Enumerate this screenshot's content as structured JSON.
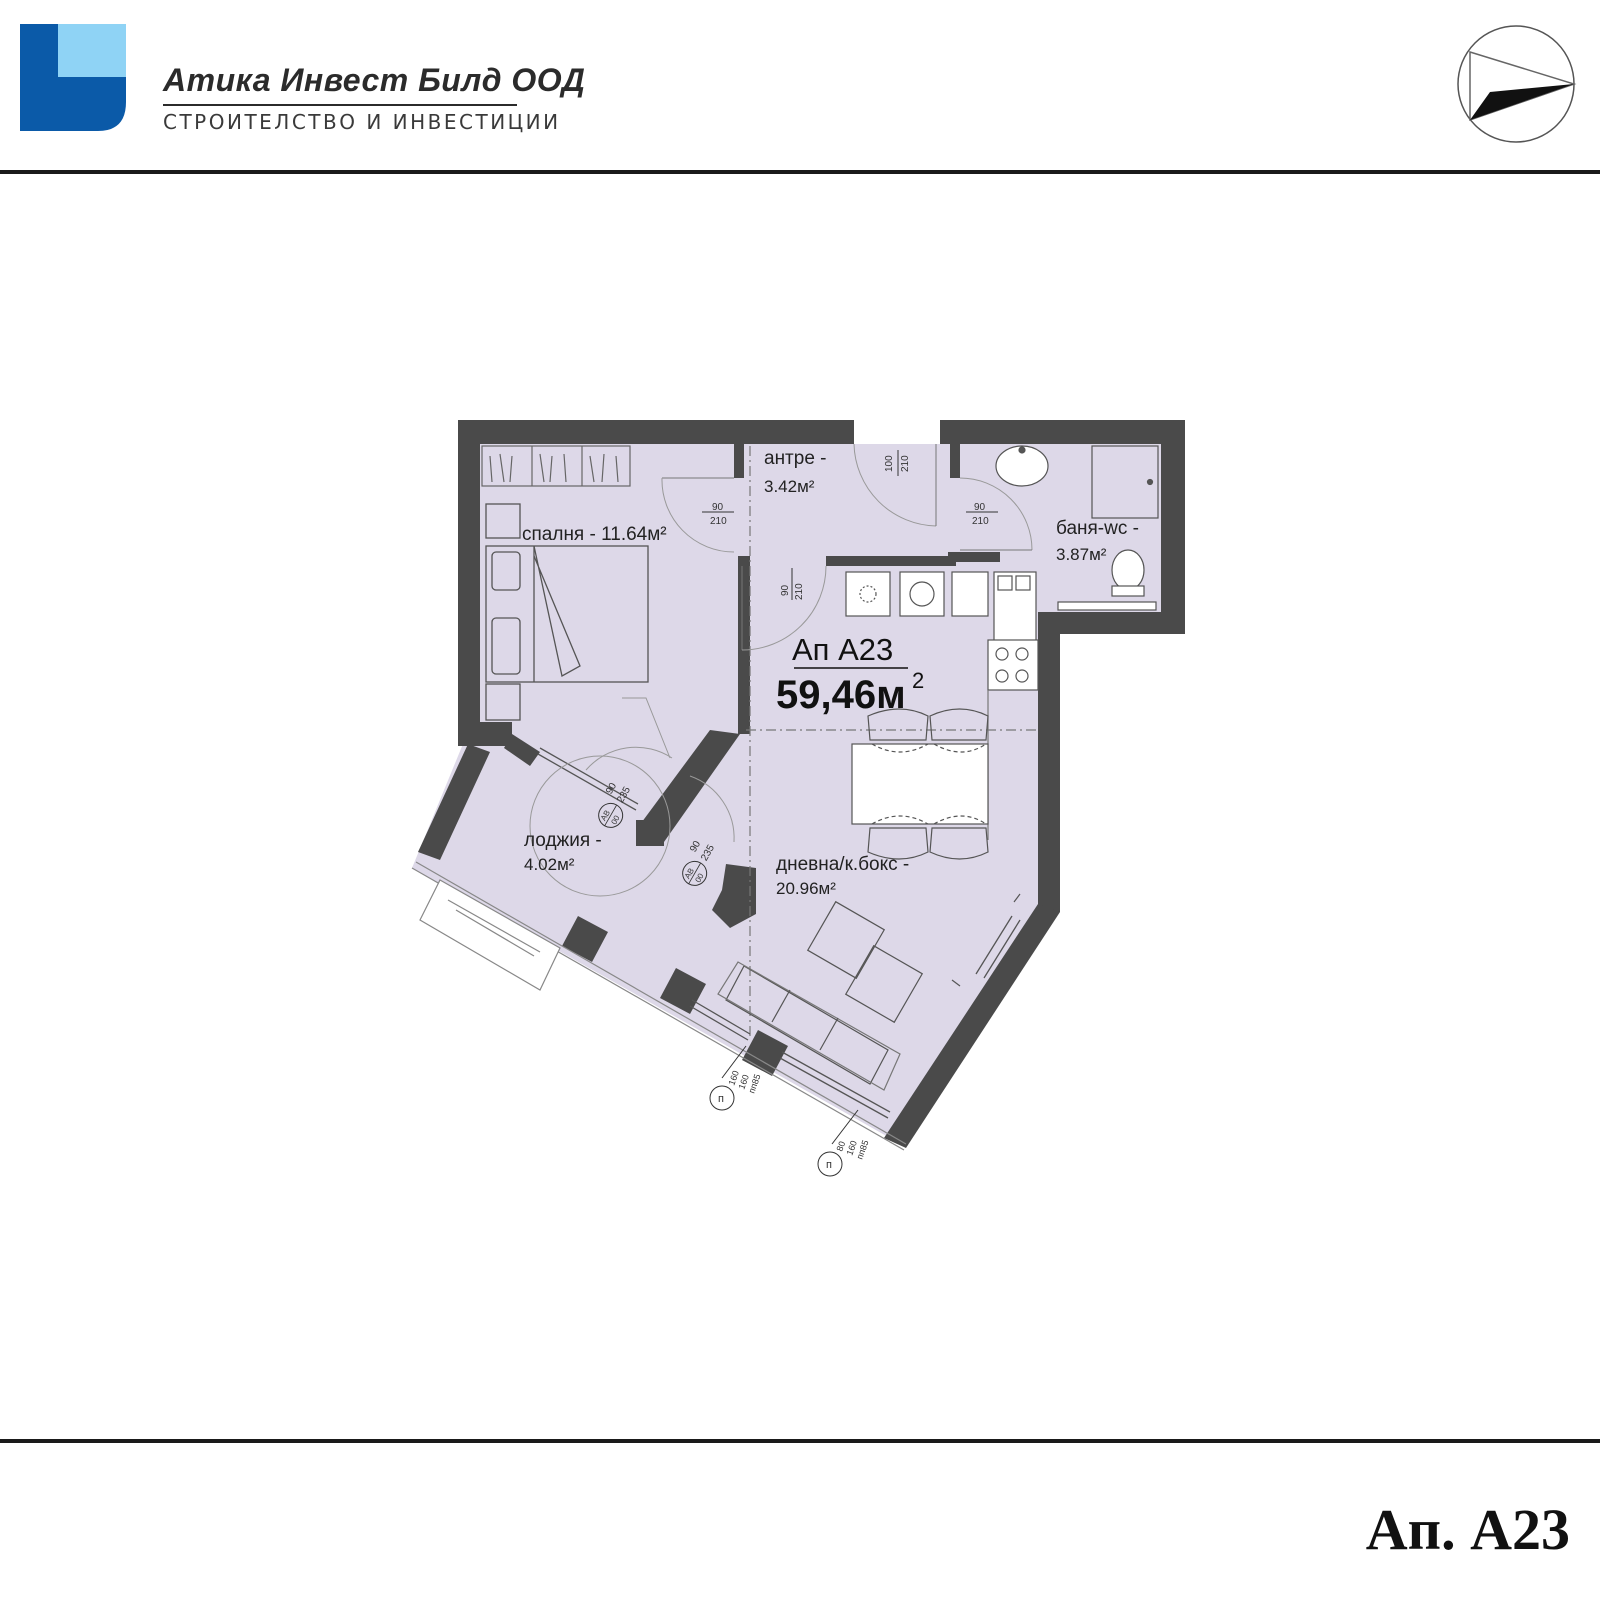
{
  "header": {
    "company_name": "Атика Инвест Билд ООД",
    "tagline": "СТРОИТЕЛСТВО И ИНВЕСТИЦИИ",
    "brand_colors": {
      "dark_blue": "#0b5aa8",
      "light_blue": "#8fd3f5"
    },
    "logo_icon": "company-logo-icon",
    "compass_icon": "north-arrow-icon"
  },
  "plan": {
    "fill_color": "#ddd8e8",
    "wall_color": "#4a4a4a",
    "apartment": {
      "name": "Ап А23",
      "area": "59,46м",
      "area_sup": "2"
    },
    "rooms": {
      "antre": {
        "name": "антре -",
        "area": "3.42м²"
      },
      "bedroom": {
        "name": "спалня - 11.64м²"
      },
      "bath": {
        "name": "баня-wc -",
        "area": "3.87м²"
      },
      "loggia": {
        "name": "лоджия -",
        "area": "4.02м²"
      },
      "living": {
        "name": "дневна/к.бокс -",
        "area": "20.96м²"
      }
    },
    "door_tags": {
      "entry": {
        "w": "100",
        "h": "210"
      },
      "bedroom": {
        "w": "90",
        "h": "210"
      },
      "bath": {
        "w": "90",
        "h": "210"
      },
      "living": {
        "w": "90",
        "h": "210"
      },
      "loggia1": {
        "w": "90",
        "h": "235",
        "code": "АВ",
        "num": "00"
      },
      "loggia2": {
        "w": "90",
        "h": "235",
        "code": "АВ",
        "num": "00"
      }
    },
    "window_tags": {
      "w1": {
        "letter": "п",
        "a": "160",
        "b": "160",
        "c": "пп85"
      },
      "w2": {
        "letter": "п",
        "a": "80",
        "b": "160",
        "c": "пп85"
      }
    }
  },
  "footer": {
    "label": "Ап. А23"
  }
}
